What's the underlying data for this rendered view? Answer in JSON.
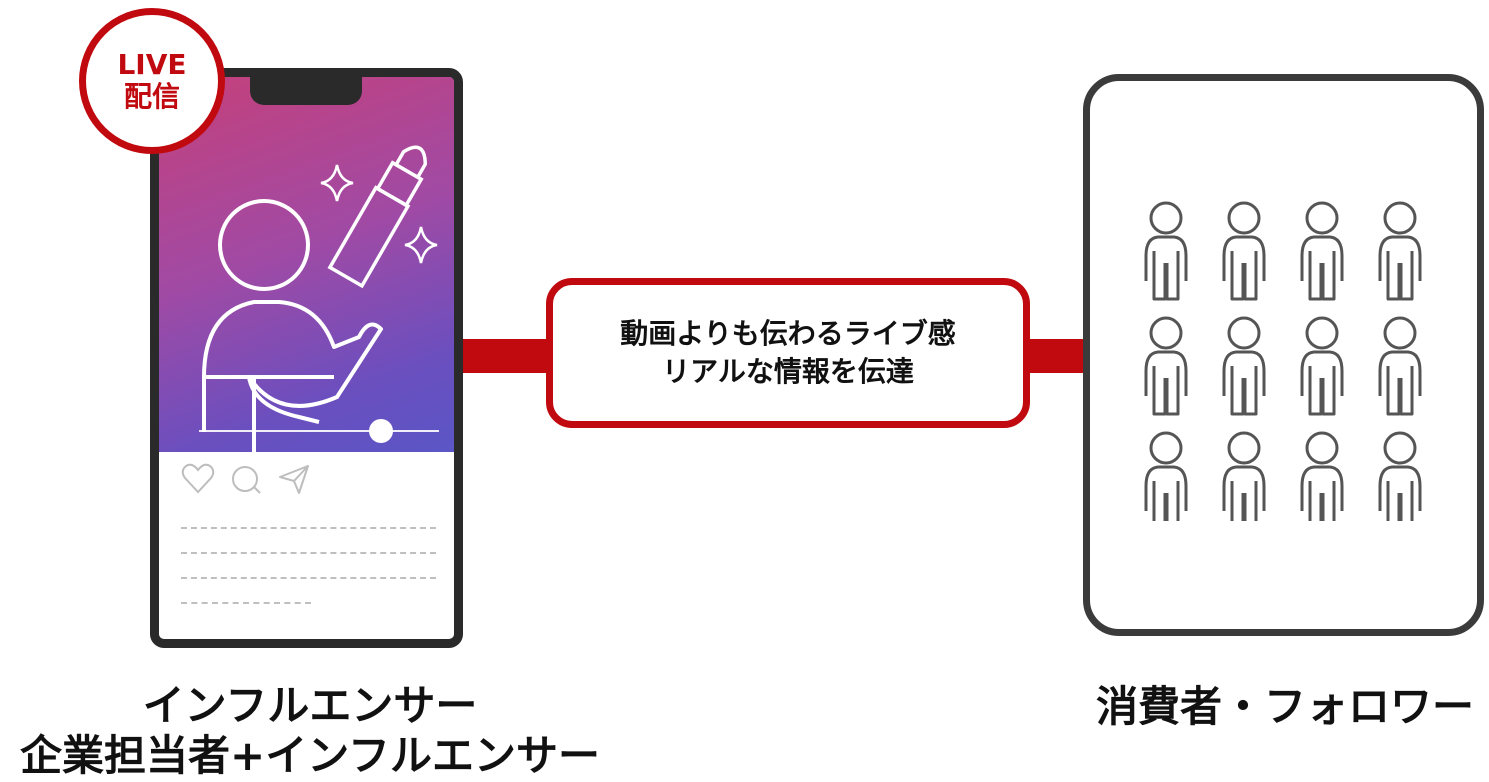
{
  "badge": {
    "line1": "LIVE",
    "line2": "配信"
  },
  "message": {
    "line1": "動画よりも伝わるライブ感",
    "line2": "リアルな情報を伝達"
  },
  "captions": {
    "left_line1": "インフルエンサー",
    "left_line2": "企業担当者+インフルエンサー",
    "right": "消費者・フォロワー"
  },
  "colors": {
    "accent_red": "#c00a0f",
    "phone_frame": "#2a2a2a",
    "box_border": "#3b3b3b",
    "screen_gradient": [
      "#c5407a",
      "#a14aa4",
      "#5b56c6"
    ]
  },
  "icons": {
    "post_actions": [
      "heart-icon",
      "comment-icon",
      "send-icon"
    ],
    "followers": "person-icon"
  },
  "followers_grid": {
    "rows": 3,
    "columns": 4
  }
}
